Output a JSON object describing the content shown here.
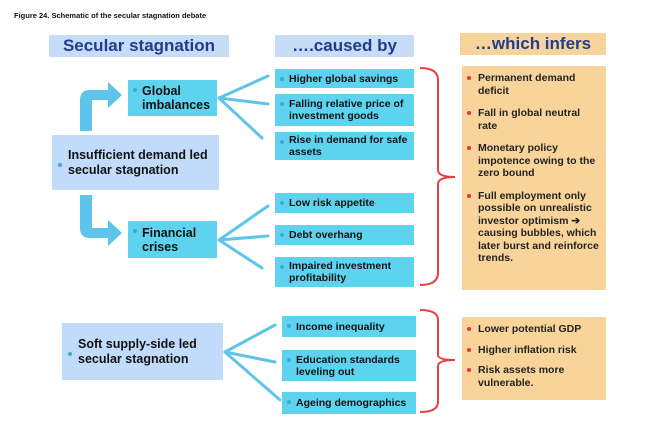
{
  "figure_title": "Figure 24. Schematic of the secular stagnation debate",
  "headers": {
    "left": "Secular stagnation",
    "middle": "….caused by",
    "right": "…which infers"
  },
  "drivers": {
    "global": "Global imbalances",
    "financial": "Financial crises",
    "insufficient": "Insufficient demand led secular stagnation",
    "soft": "Soft supply-side led secular stagnation"
  },
  "causes": [
    "Higher global savings",
    "Falling relative price of investment goods",
    "Rise in demand for safe assets",
    "Low risk appetite",
    "Debt overhang",
    "Impaired investment profitability",
    "Income inequality",
    "Education standards leveling out",
    "Ageing demographics"
  ],
  "infers_demand": [
    "Permanent demand deficit",
    "Fall in global neutral rate",
    "Monetary policy impotence owing to the zero bound",
    "Full employment only possible on unrealistic investor optimism ➔ causing bubbles, which later burst and reinforce trends."
  ],
  "infers_supply": [
    "Lower potential GDP",
    "Higher inflation risk",
    "Risk assets more vulnerable."
  ]
}
